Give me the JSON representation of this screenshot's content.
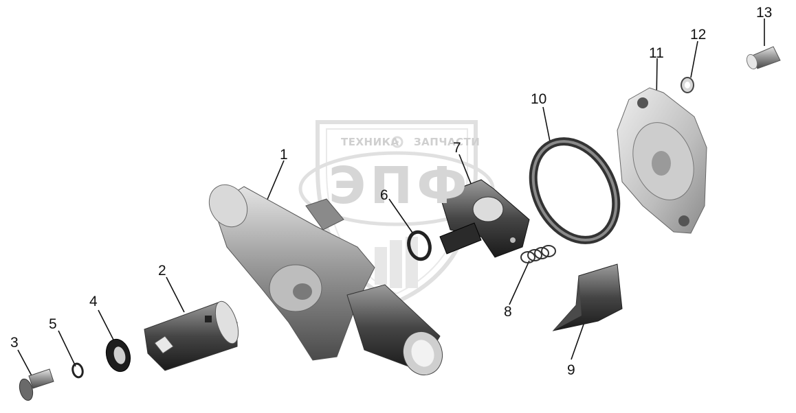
{
  "watermark": {
    "brand_left": "ТЕХНИКА",
    "brand_right": "ЗАПЧАСТИ",
    "logo": "ЭПФ"
  },
  "callouts": [
    "1",
    "2",
    "3",
    "4",
    "5",
    "6",
    "7",
    "8",
    "9",
    "10",
    "11",
    "12",
    "13"
  ]
}
